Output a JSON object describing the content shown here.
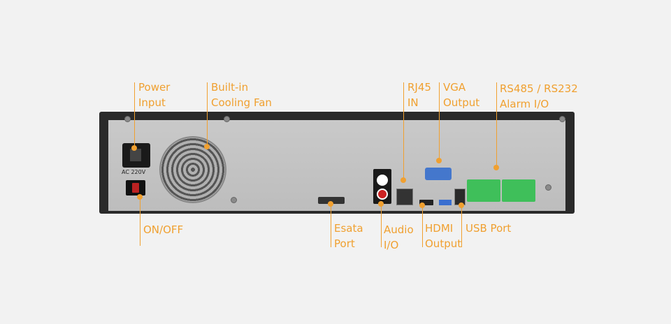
{
  "labels": {
    "power_input_line1": "Power",
    "power_input_line2": "Input",
    "fan_line1": "Built-in",
    "fan_line2": "Cooling Fan",
    "rj45_line1": "RJ45",
    "rj45_line2": "IN",
    "vga_line1": "VGA",
    "vga_line2": "Output",
    "rs485_line1": "RS485 / RS232",
    "rs485_line2": "Alarm I/O",
    "onoff": "ON/OFF",
    "esata_line1": "Esata",
    "esata_line2": "Port",
    "audio_line1": "Audio",
    "audio_line2": "I/O",
    "hdmi_line1": "HDMI",
    "hdmi_line2": "Output",
    "usb": "USB Port"
  },
  "device": {
    "ac_marking": "AC  220V"
  },
  "colors": {
    "accent": "#f0a030",
    "chassis": "#2a2a2a",
    "panel": "#c4c4c4",
    "terminal": "#3fbf5a",
    "vga": "#4477cc"
  }
}
